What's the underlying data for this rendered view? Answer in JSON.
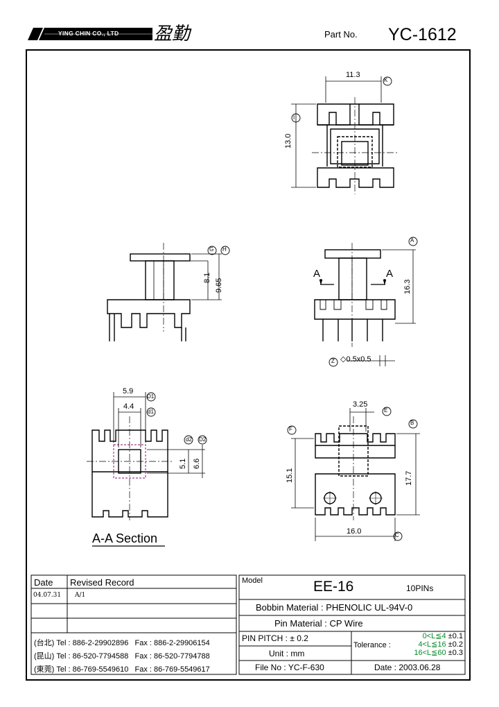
{
  "header": {
    "company_en": "YING CHIN CO., LTD",
    "company_cn": "盈勤",
    "part_no_label": "Part No.",
    "part_no": "YC-1612"
  },
  "dimensions": {
    "d_11_3": "11.3",
    "d_13_0": "13.0",
    "d_8_1": "8.1",
    "d_9_65": "9.65",
    "d_16_3": "16.3",
    "d_tol": "◇0.5x0.5",
    "d_5_9": "5.9",
    "d_4_4": "4.4",
    "d_5_1": "5.1",
    "d_6_6": "6.6",
    "d_3_25": "3.25",
    "d_15_1": "15.1",
    "d_17_7": "17.7",
    "d_16_0": "16.0",
    "lbl_k": "K",
    "lbl_i": "I",
    "lbl_g": "G",
    "lbl_h": "H",
    "lbl_a": "A",
    "lbl_z": "Z",
    "lbl_d1": "D1",
    "lbl_d1s": "d1",
    "lbl_d2s": "d2",
    "lbl_d2": "D2",
    "lbl_e": "E",
    "lbl_f": "F",
    "lbl_b": "B",
    "lbl_c": "C",
    "cut_a": "A",
    "section_title": "A-A  Section"
  },
  "record": {
    "date_header": "Date",
    "record_header": "Revised  Record",
    "rows": [
      {
        "date": "04.07.31",
        "record": "A/1"
      }
    ]
  },
  "contacts": [
    {
      "loc": "(台北)",
      "tel": "Tel : 886-2-29902896",
      "fax": "Fax : 886-2-29906154"
    },
    {
      "loc": "(昆山)",
      "tel": "Tel : 86-520-7794588",
      "fax": "Fax : 86-520-7794788"
    },
    {
      "loc": "(東莞)",
      "tel": "Tel : 86-769-5549610",
      "fax": "Fax : 86-769-5549617"
    }
  ],
  "spec": {
    "model_label": "Model",
    "model": "EE-16",
    "pins": "10PINs",
    "bobbin_label": "Bobbin  Material :",
    "bobbin": "PHENOLIC UL-94V-0",
    "pin_label": "Pin  Material :",
    "pin": "CP Wire",
    "pitch_label": "PIN  PITCH :",
    "pitch": "± 0.2",
    "unit_label": "Unit :",
    "unit": "mm",
    "tolerance_label": "Tolerance :",
    "tol_rows": [
      {
        "range": "0<L≦4",
        "tol": "±0.1"
      },
      {
        "range": "4<L≦16",
        "tol": "±0.2"
      },
      {
        "range": "16<L≦60",
        "tol": "±0.3"
      }
    ],
    "file_label": "File  No :",
    "file": "YC-F-630",
    "date_label": "Date :",
    "date": "2003.06.28"
  },
  "colors": {
    "ink": "#000000",
    "hatch": "#a23c8c",
    "tolerance_green": "#0a8a2a"
  }
}
